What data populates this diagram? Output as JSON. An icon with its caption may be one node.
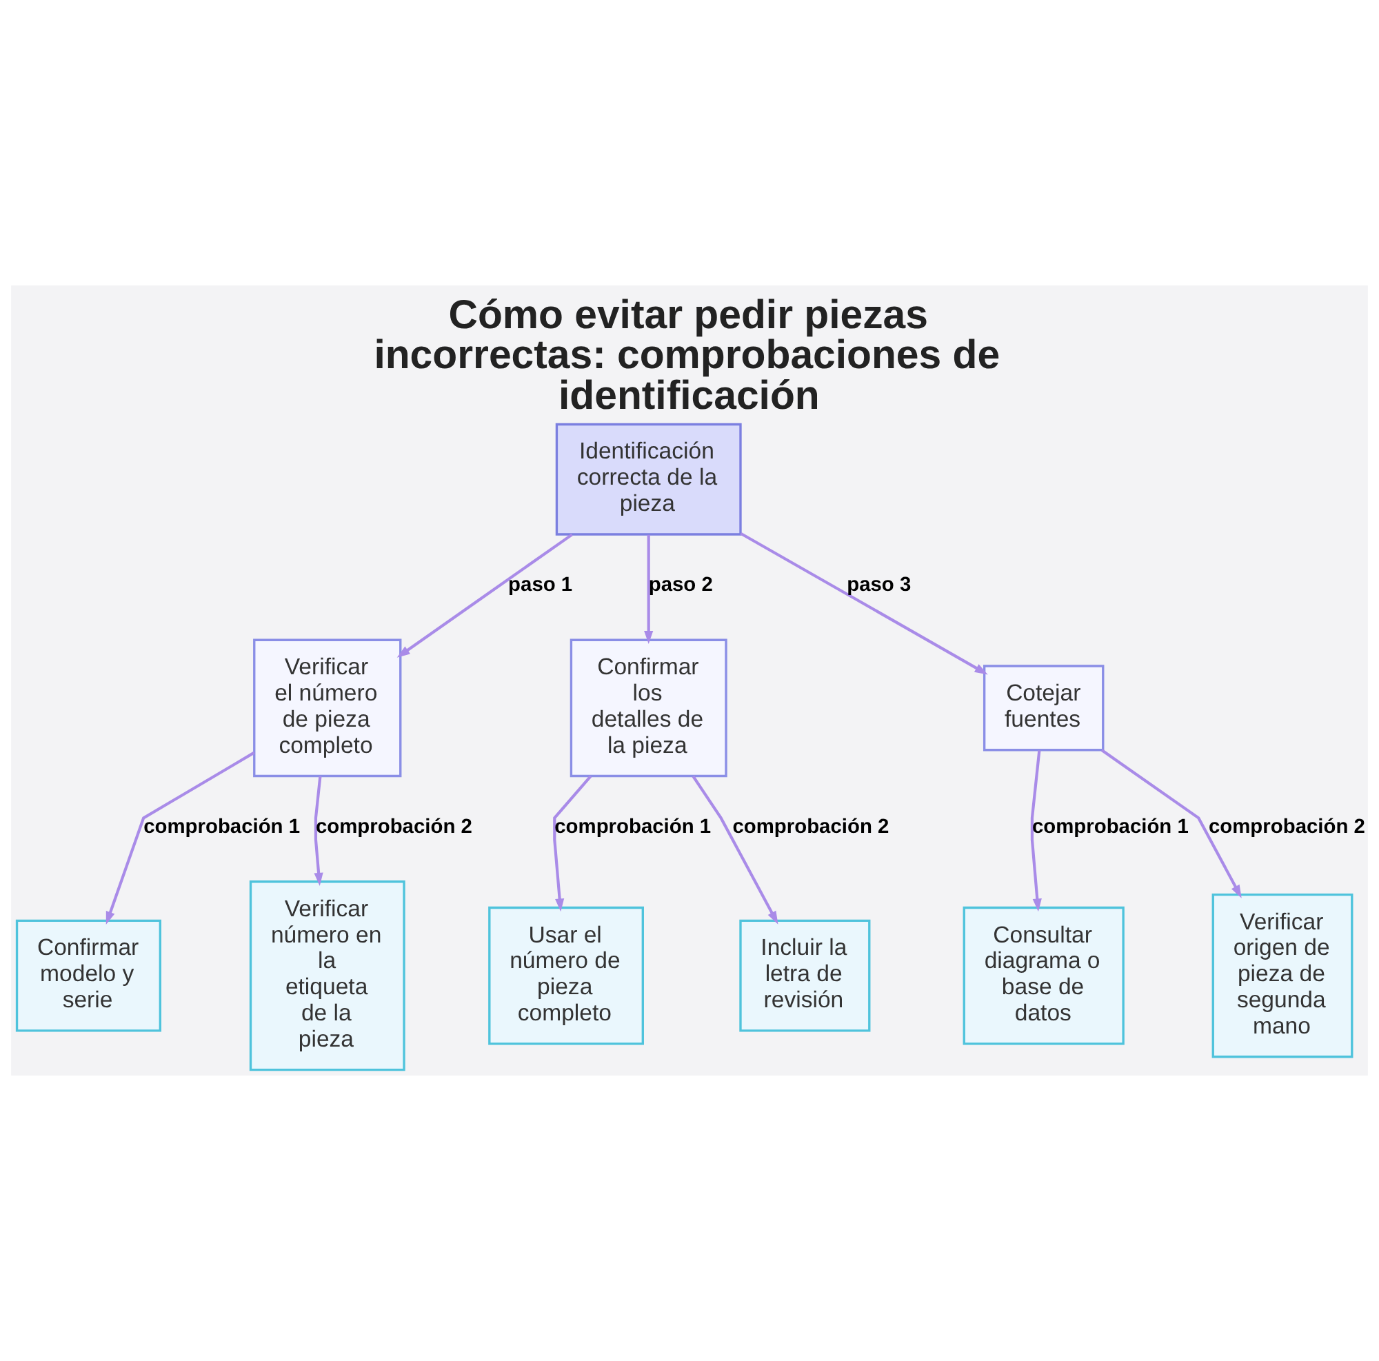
{
  "diagram": {
    "title": "Cómo evitar pedir piezas incorrectas: comprobaciones de identificación",
    "nodes": [
      {
        "text": [
          "Identificación correcta de la pieza"
        ]
      },
      {
        "text": [
          "Verificar el número de pieza completo"
        ]
      },
      {
        "text": [
          "Confirmar los detalles de la pieza"
        ]
      },
      {
        "text": [
          "Cotejar fuentes"
        ]
      },
      {
        "text": [
          "Confirmar modelo y serie"
        ]
      },
      {
        "text": [
          "Verificar número en la etiqueta de la pieza"
        ]
      },
      {
        "text": [
          "Usar el número de pieza completo"
        ]
      },
      {
        "text": [
          "Incluir la letra de revisión"
        ]
      },
      {
        "text": [
          "Consultar diagrama o base de datos"
        ]
      },
      {
        "text": [
          "Verificar origen de pieza de segunda mano"
        ]
      }
    ],
    "edges": [
      {
        "from": 0,
        "to": 1,
        "arrow": "to",
        "label": "paso 1"
      },
      {
        "from": 0,
        "to": 2,
        "arrow": "to",
        "label": "paso 2"
      },
      {
        "from": 0,
        "to": 3,
        "arrow": "to",
        "label": "paso 3"
      },
      {
        "from": 1,
        "to": 4,
        "arrow": "to",
        "label": "comprobación 1"
      },
      {
        "from": 1,
        "to": 5,
        "arrow": "to",
        "label": "comprobación 2"
      },
      {
        "from": 2,
        "to": 6,
        "arrow": "to",
        "label": "comprobación 1"
      },
      {
        "from": 2,
        "to": 7,
        "arrow": "to",
        "label": "comprobación 2"
      },
      {
        "from": 3,
        "to": 8,
        "arrow": "to",
        "label": "comprobación 1"
      },
      {
        "from": 3,
        "to": 9,
        "arrow": "to",
        "label": "comprobación 2"
      }
    ]
  }
}
